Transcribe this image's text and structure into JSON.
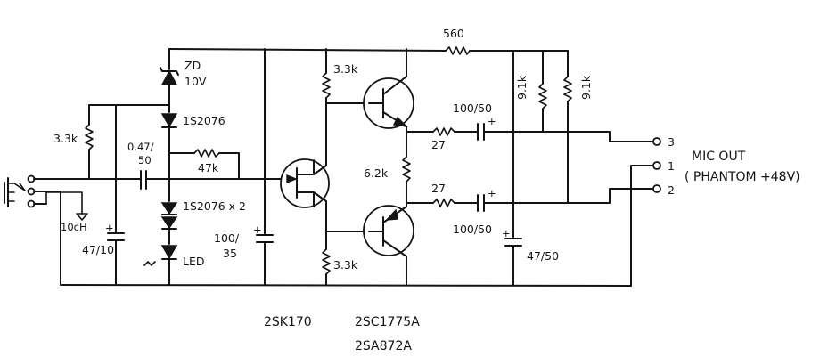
{
  "labels": {
    "r_top": "560",
    "r_in": "3.3k",
    "zener": "ZD",
    "zener_v": "10V",
    "diode1": "1S2076",
    "cap_coupling": "0.47/",
    "cap_coupling_v": "50",
    "r_gate": "47k",
    "diodes2": "1S2076 x 2",
    "led": "LED",
    "cap_bias": "47/10",
    "bias_note": "10cH",
    "cap_src": "100/",
    "cap_src_v": "35",
    "r_c1": "3.3k",
    "r_c2": "3.3k",
    "r_mid": "6.2k",
    "r_o1": "27",
    "r_o2": "27",
    "cap_o1": "100/50",
    "cap_o2": "100/50",
    "cap_plus1": "+",
    "cap_plus2": "+",
    "cap_plus3": "+",
    "cap_plus4": "+",
    "r_ph1": "9.1k",
    "r_ph2": "9.1k",
    "cap_supply": "47/50",
    "pin3": "3",
    "pin1": "1",
    "pin2": "2",
    "mic_out": "MIC OUT",
    "phantom": "( PHANTOM +48V)",
    "part_fet": "2SK170",
    "part_npn": "2SC1775A",
    "part_pnp": "2SA872A"
  }
}
